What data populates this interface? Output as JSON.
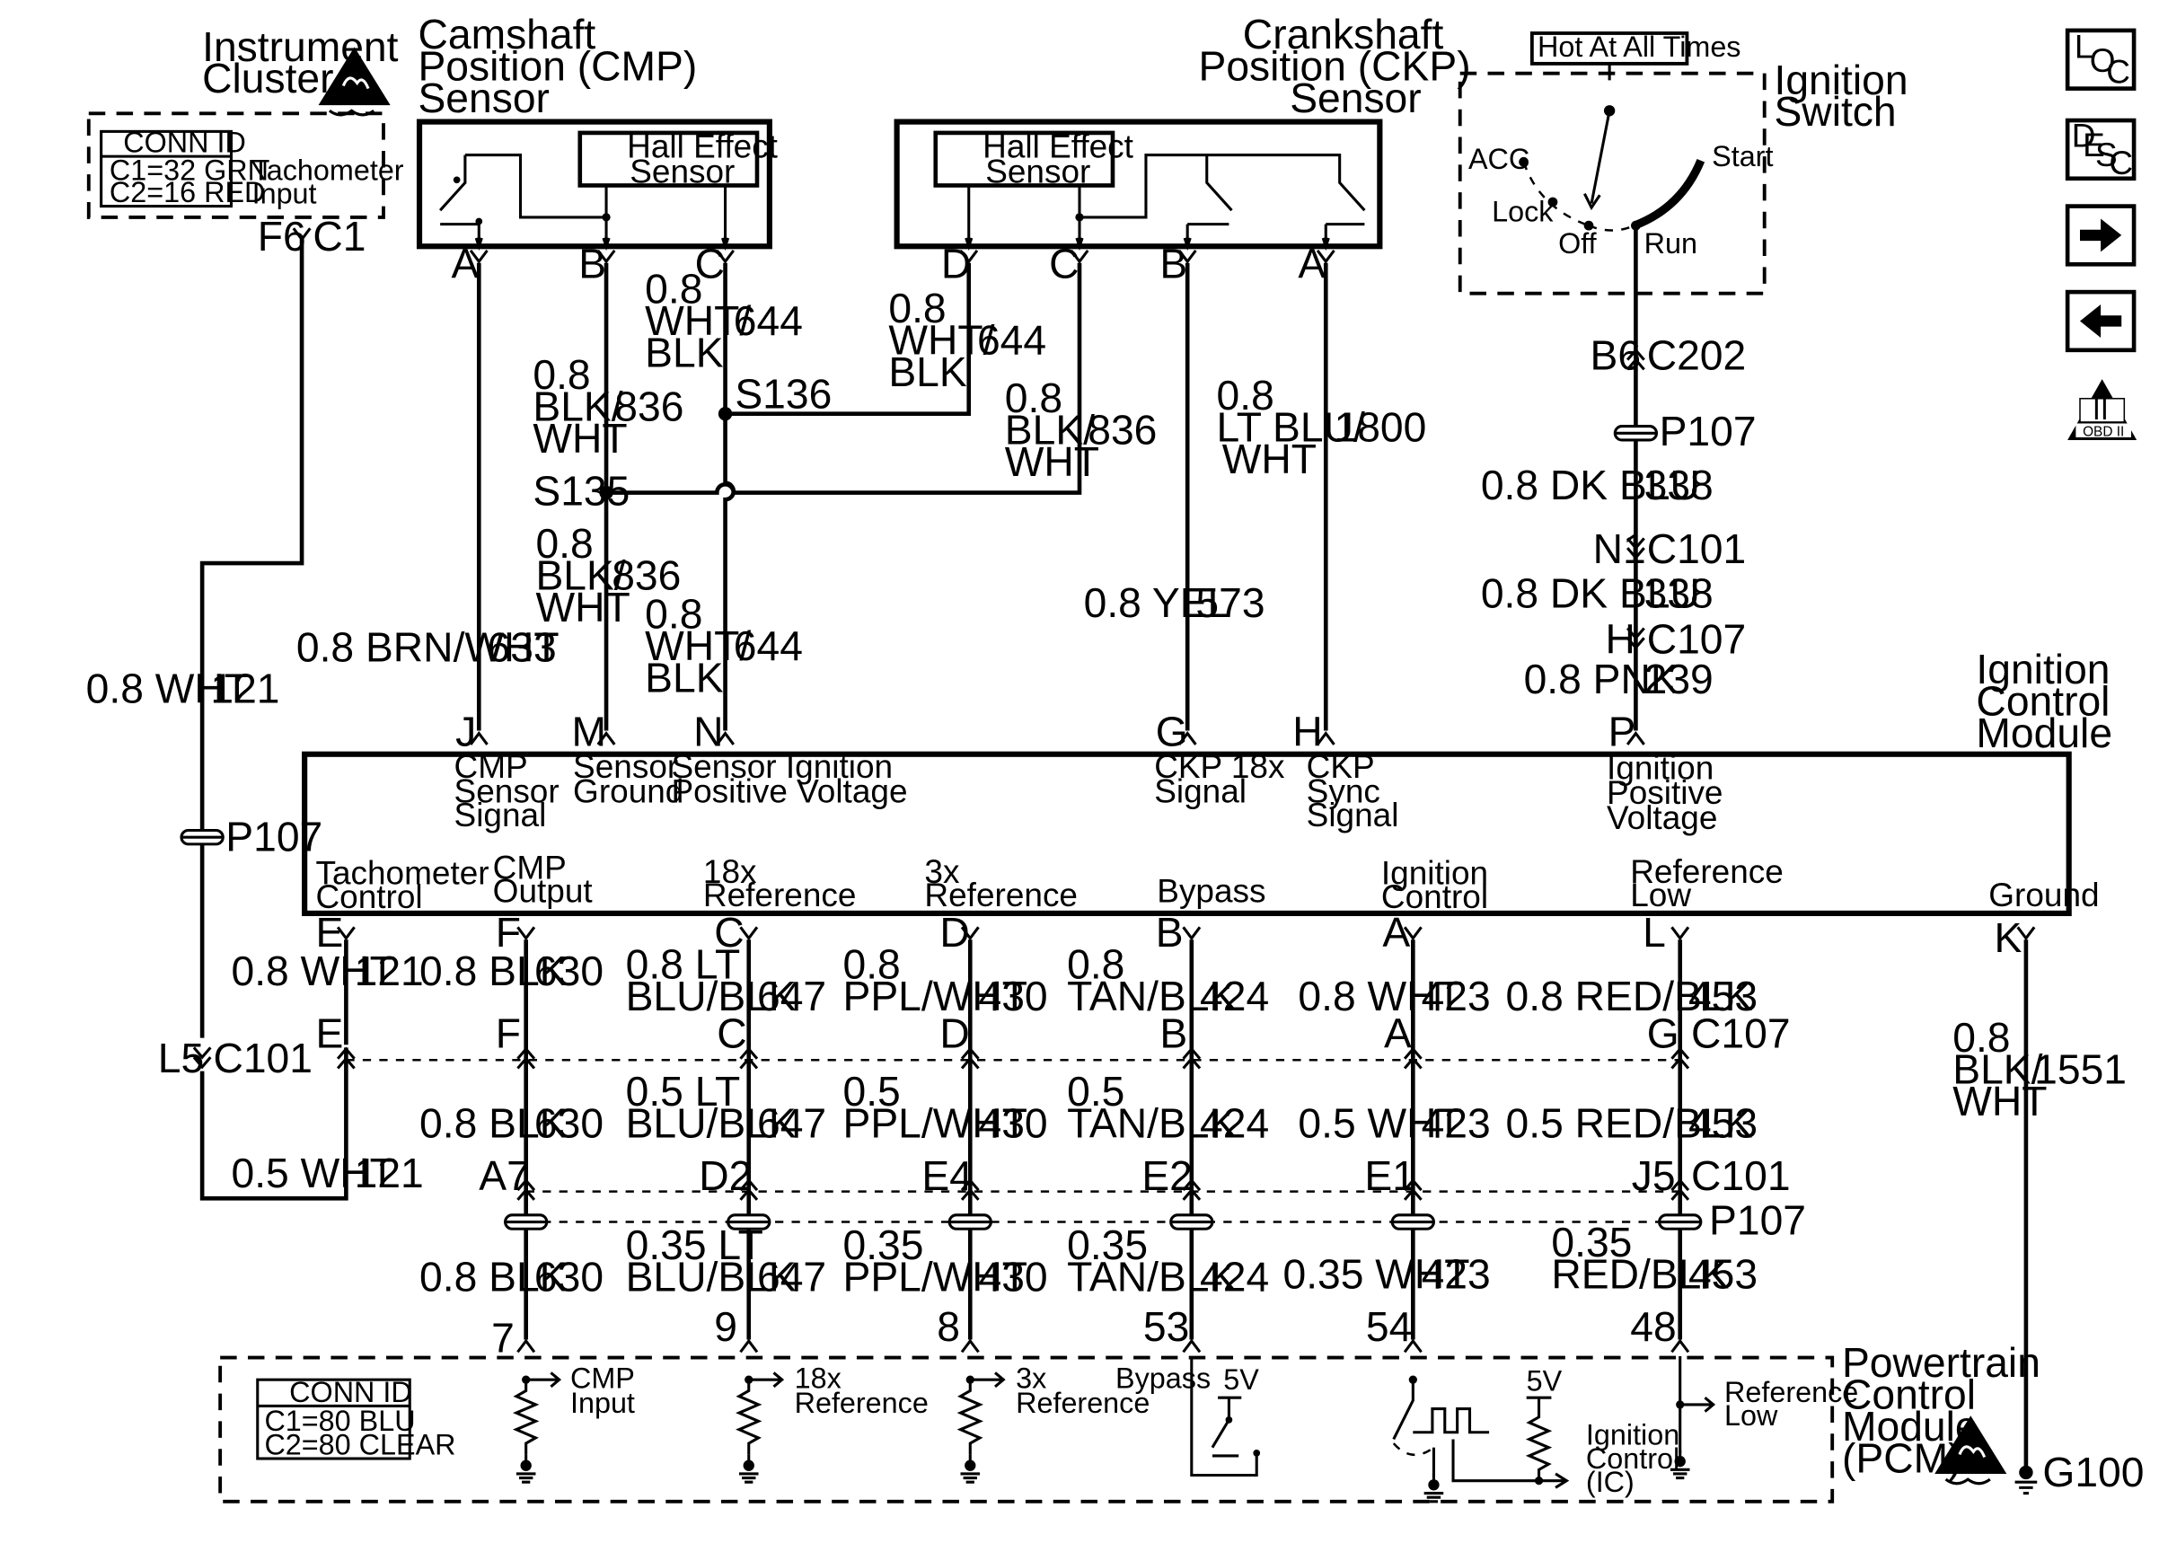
{
  "cmp_sensor": {
    "l1": "Camshaft",
    "l2": "Position (CMP)",
    "l3": "Sensor",
    "hall1": "Hall Effect",
    "hall2": "Sensor"
  },
  "ckp_sensor": {
    "l1": "Crankshaft",
    "l2": "Position (CKP)",
    "l3": "Sensor",
    "hall1": "Hall Effect",
    "hall2": "Sensor"
  },
  "cluster": {
    "l1": "Instrument",
    "l2": "Cluster",
    "conn_title": "CONN ID",
    "conn1": "C1=32 GRN",
    "conn2": "C2=16 RED",
    "input1": "Tachometer",
    "input2": "Input",
    "pin": "F6",
    "conn": "C1"
  },
  "ign_switch": {
    "hot": "Hot At All Times",
    "l1": "Ignition",
    "l2": "Switch",
    "acc": "ACC",
    "lock": "Lock",
    "off": "Off",
    "run": "Run",
    "start": "Start"
  },
  "nav": {
    "loc_a": "L",
    "loc_b": "O",
    "loc_c": "C",
    "desc_a": "D",
    "desc_b": "E",
    "desc_c": "S",
    "desc_d": "C",
    "obd": "OBD II",
    "obd_num": "II"
  },
  "pins": {
    "A": "A",
    "B": "B",
    "C": "C",
    "D": "D",
    "E": "E",
    "F": "F",
    "G": "G",
    "H": "H",
    "J": "J",
    "K": "K",
    "L": "L",
    "M": "M",
    "N": "N",
    "P": "P"
  },
  "wires": {
    "w08": "0.8",
    "w05": "0.5",
    "w035": "0.35",
    "wht_blk_a": "WHT/",
    "wht_blk_b": "BLK",
    "c644": "644",
    "blk_wht_a": "BLK/",
    "blk_wht_b": "WHT",
    "c836": "836",
    "ltblu_wht_a": "LT BLU/",
    "ltblu_wht_b": "WHT",
    "c1800": "1800",
    "brn_wht": "0.8 BRN/WHT",
    "c633": "633",
    "yel": "0.8 YEL",
    "c573": "573",
    "dkblu": "0.8 DK BLU",
    "c338": "338",
    "pnk": "0.8 PNK",
    "c239": "239",
    "wht08": "0.8 WHT",
    "wht05": "0.5 WHT",
    "wht035": "0.35 WHT",
    "c121": "121",
    "blk08": "0.8 BLK",
    "c630": "630",
    "lt08": "0.8 LT",
    "lt05": "0.5 LT",
    "lt035": "0.35 LT",
    "blu_blk": "BLU/BLK",
    "c647": "647",
    "ppl": "PPL/WHT",
    "c430": "430",
    "tan": "TAN/BLK",
    "c424": "424",
    "c423": "423",
    "redblk08": "0.8 RED/BLK",
    "redblk05": "0.5 RED/BLK",
    "redblk": "RED/BLK",
    "c453": "453",
    "c1551": "1551"
  },
  "splices": {
    "s136": "S136",
    "s135": "S135",
    "p107": "P107",
    "g100": "G100"
  },
  "connectors": {
    "b6": "B6",
    "c202": "C202",
    "n1": "N1",
    "c101": "C101",
    "h": "H",
    "c107": "C107",
    "l5": "L5",
    "a7": "A7",
    "d2": "D2",
    "e4": "E4",
    "e2": "E2",
    "e1": "E1",
    "j5": "J5",
    "c1": "C1"
  },
  "icm": {
    "title1": "Ignition",
    "title2": "Control",
    "title3": "Module",
    "cmp_sig1": "CMP",
    "cmp_sig2": "Sensor",
    "cmp_sig3": "Signal",
    "sg1": "Sensor",
    "sg2": "Ground",
    "spv1": "Sensor Ignition",
    "spv2": "Positive Voltage",
    "ckp18_1": "CKP 18x",
    "ckp18_2": "Signal",
    "sync1": "CKP",
    "sync2": "Sync",
    "sync3": "Signal",
    "ipv1": "Ignition",
    "ipv2": "Positive",
    "ipv3": "Voltage",
    "tach1": "Tachometer",
    "tach2": "Control",
    "cmpo1": "CMP",
    "cmpo2": "Output",
    "r18_1": "18x",
    "r18_2": "Reference",
    "r3_1": "3x",
    "r3_2": "Reference",
    "bypass": "Bypass",
    "ic1": "Ignition",
    "ic2": "Control",
    "rl1": "Reference",
    "rl2": "Low",
    "ground": "Ground"
  },
  "pcm": {
    "conn_title": "CONN ID",
    "conn1": "C1=80 BLU",
    "conn2": "C2=80 CLEAR",
    "p7": "7",
    "p9": "9",
    "p8": "8",
    "p53": "53",
    "p54": "54",
    "p48": "48",
    "cmp_in1": "CMP",
    "cmp_in2": "Input",
    "r18_1": "18x",
    "r18_2": "Reference",
    "r3_1": "3x",
    "r3_2": "Reference",
    "bypass": "Bypass",
    "v5": "5V",
    "ic1": "Ignition",
    "ic2": "Control",
    "ic3": "(IC)",
    "rl1": "Reference",
    "rl2": "Low",
    "title1": "Powertrain",
    "title2": "Control",
    "title3": "Module",
    "title4": "(PCM)"
  }
}
